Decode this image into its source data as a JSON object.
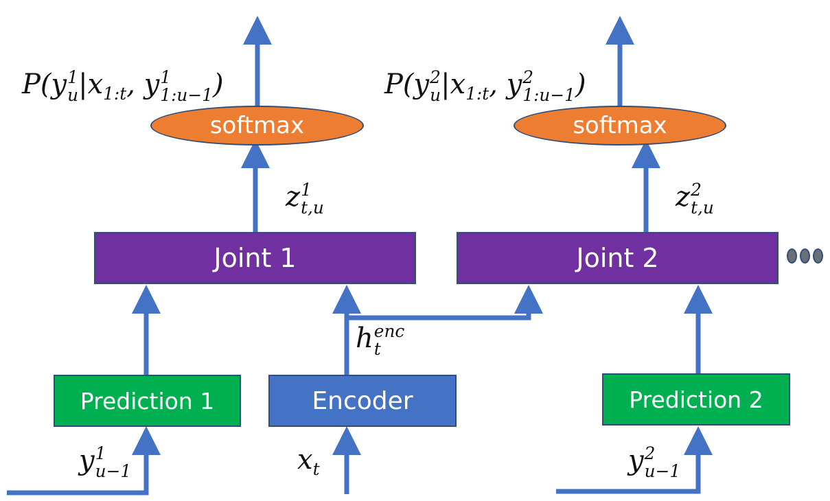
{
  "diagram": {
    "colors": {
      "arrow": "#4472c4",
      "joint": "#7030a0",
      "prediction": "#00b050",
      "encoder": "#4472c4",
      "softmax": "#ed7d31"
    },
    "softmax": [
      {
        "label": "softmax"
      },
      {
        "label": "softmax"
      }
    ],
    "joints": [
      {
        "label": "Joint 1"
      },
      {
        "label": "Joint 2"
      }
    ],
    "predictions": [
      {
        "label": "Prediction 1"
      },
      {
        "label": "Prediction 2"
      }
    ],
    "encoder": {
      "label": "Encoder"
    },
    "outputs": [
      {
        "base": "P(y",
        "sup": "1",
        "sub": "u",
        "cond": "|x",
        "x_sub": "1:t",
        "mid": ", y",
        "y_sup": "1",
        "y_sub": "1:u−1",
        "close": ")"
      },
      {
        "base": "P(y",
        "sup": "2",
        "sub": "u",
        "cond": "|x",
        "x_sub": "1:t",
        "mid": ", y",
        "y_sup": "2",
        "y_sub": "1:u−1",
        "close": ")"
      }
    ],
    "z_labels": [
      {
        "base": "z",
        "sup": "1",
        "sub": "t,u"
      },
      {
        "base": "z",
        "sup": "2",
        "sub": "t,u"
      }
    ],
    "h_label": {
      "base": "h",
      "sup": "enc",
      "sub": "t"
    },
    "x_label": {
      "base": "x",
      "sub": "t"
    },
    "y_inputs": [
      {
        "base": "y",
        "sup": "1",
        "sub": "u−1"
      },
      {
        "base": "y",
        "sup": "2",
        "sub": "u−1"
      }
    ],
    "continuation_dots": 3
  }
}
